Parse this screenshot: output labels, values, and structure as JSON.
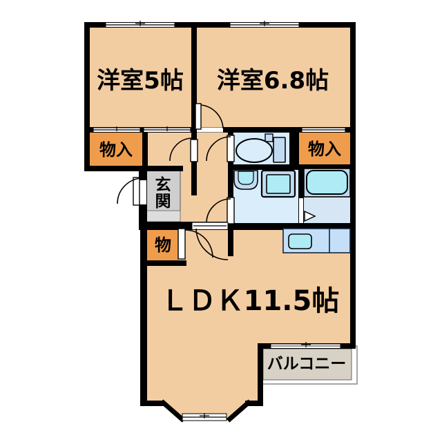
{
  "plan": {
    "type": "floor-plan",
    "rooms": {
      "bedroom1": {
        "label": "洋室5帖"
      },
      "bedroom2": {
        "label": "洋室6.8帖"
      },
      "closet_left": {
        "label": "物入"
      },
      "closet_right": {
        "label": "物入"
      },
      "entrance": {
        "label": "玄関",
        "line1": "玄",
        "line2": "関"
      },
      "storage": {
        "label": "物"
      },
      "ldk": {
        "label": "ＬＤＫ11.5帖"
      },
      "balcony": {
        "label": "バルコニー"
      }
    }
  },
  "colors": {
    "wall": "#000000",
    "room": "#F3CDA2",
    "closet": "#EF9D4D",
    "genkan": "#CFCFCF",
    "genkan_step": "#DDDDDD",
    "wet_floor": "#D9EDFB",
    "bath_floor": "#D6E6F4",
    "fixture": "#C2DBF2",
    "tub_deck": "#BDD7EE",
    "cyan": "#AEEBF5",
    "kitchen": "#C6DFF8",
    "balcony": "#D8D2C6",
    "outside": "#FFFFFF"
  }
}
